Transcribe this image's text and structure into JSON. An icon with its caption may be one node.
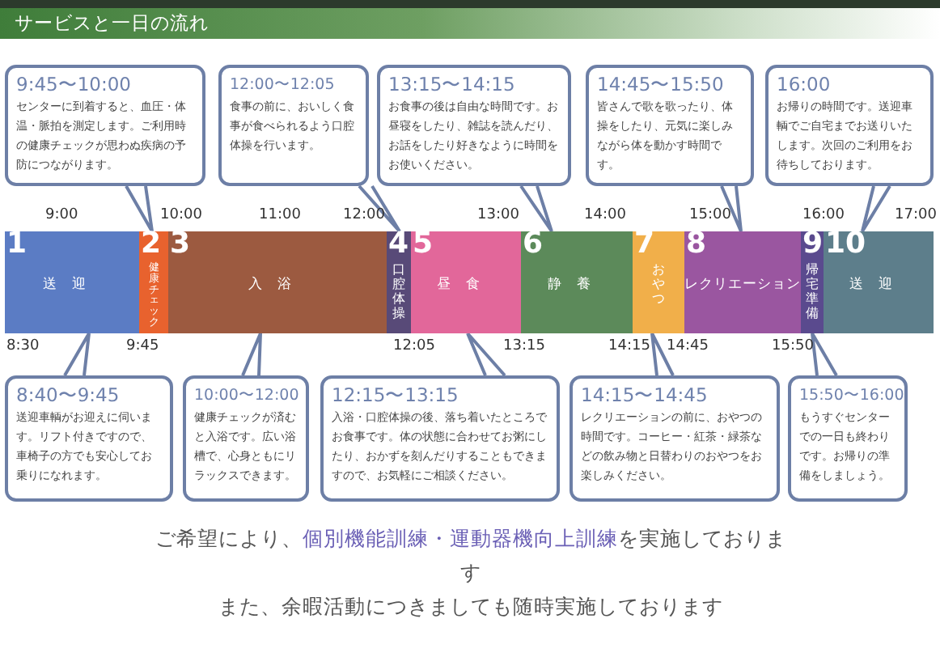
{
  "diagram": {
    "title": "サービスと一日の流れ",
    "nodes": [
      {
        "text": [
          "9:45〜10:00",
          "センターに到着すると、血圧・体温・脈拍を測定します。ご利用時の健康チェックが思わぬ疾病の予防につながります。"
        ]
      },
      {
        "text": [
          "12:00〜12:05",
          "食事の前に、おいしく食事が食べられるよう口腔体操を行います。"
        ]
      },
      {
        "text": [
          "13:15〜14:15",
          "お食事の後は自由な時間です。お昼寝をしたり、雑誌を読んだり、お話をしたり好きなように時間をお使いください。"
        ]
      },
      {
        "text": [
          "14:45〜15:50",
          "皆さんで歌を歌ったり、体操をしたり、元気に楽しみながら体を動かす時間です。"
        ]
      },
      {
        "text": [
          "16:00",
          "お帰りの時間です。送迎車輌でご自宅までお送りいたします。次回のご利用をお待ちしております。"
        ]
      },
      {
        "text": [
          "1",
          "送迎"
        ]
      },
      {
        "text": [
          "2",
          "健康チェック"
        ]
      },
      {
        "text": [
          "3",
          "入浴"
        ]
      },
      {
        "text": [
          "4",
          "口腔体操"
        ]
      },
      {
        "text": [
          "5",
          "昼食"
        ]
      },
      {
        "text": [
          "6",
          "静養"
        ]
      },
      {
        "text": [
          "7",
          "おやつ"
        ]
      },
      {
        "text": [
          "8",
          "レクリエーション"
        ]
      },
      {
        "text": [
          "9",
          "帰宅準備"
        ]
      },
      {
        "text": [
          "10",
          "送迎"
        ]
      },
      {
        "text": [
          "8:40〜9:45",
          "送迎車輌がお迎えに伺います。リフト付きですので、車椅子の方でも安心してお乗りになれます。"
        ]
      },
      {
        "text": [
          "10:00〜12:00",
          "健康チェックが済むと入浴です。広い浴槽で、心身ともにリラックスできます。"
        ]
      },
      {
        "text": [
          "12:15〜13:15",
          "入浴・口腔体操の後、落ち着いたところでお食事です。体の状態に合わせてお粥にしたり、おかずを刻んだりすることもできますので、お気軽にご相談ください。"
        ]
      },
      {
        "text": [
          "14:15〜14:45",
          "レクリエーションの前に、おやつの時間です。コーヒー・紅茶・緑茶などの飲み物と日替わりのおやつをお楽しみください。"
        ]
      },
      {
        "text": [
          "15:50〜16:00",
          "もうすぐセンターでの一日も終わりです。お帰りの準備をしましょう。"
        ]
      }
    ],
    "edges": [
      {
        "from": 0,
        "to": 6,
        "arrow": "none"
      },
      {
        "from": 1,
        "to": 8,
        "arrow": "none"
      },
      {
        "from": 2,
        "to": 10,
        "arrow": "none"
      },
      {
        "from": 3,
        "to": 12,
        "arrow": "none"
      },
      {
        "from": 4,
        "to": 14,
        "arrow": "none"
      },
      {
        "from": 15,
        "to": 5,
        "arrow": "none"
      },
      {
        "from": 16,
        "to": 7,
        "arrow": "none"
      },
      {
        "from": 17,
        "to": 9,
        "arrow": "none"
      },
      {
        "from": 18,
        "to": 11,
        "arrow": "none"
      },
      {
        "from": 19,
        "to": 13,
        "arrow": "none"
      }
    ],
    "labels": [
      "9:00",
      "10:00",
      "11:00",
      "12:00",
      "13:00",
      "14:00",
      "15:00",
      "16:00",
      "17:00",
      "8:30",
      "9:45",
      "12:05",
      "13:15",
      "14:15",
      "14:45",
      "15:50",
      "ご希望により、**個別機能訓練・運動器機向上訓練**を実施しております",
      "また、余暇活動につきましても随時実施しております"
    ]
  }
}
